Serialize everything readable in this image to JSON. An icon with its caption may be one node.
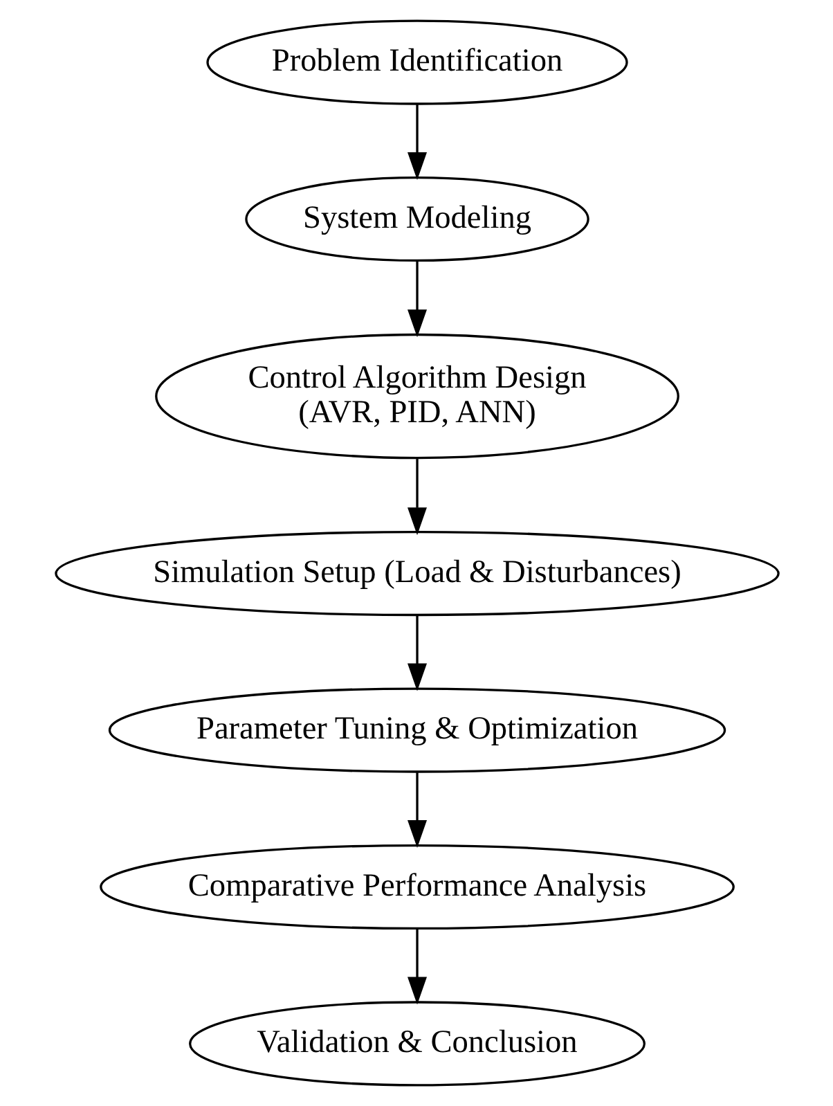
{
  "diagram": {
    "nodes": [
      {
        "text": [
          "Problem Identification"
        ]
      },
      {
        "text": [
          "System Modeling"
        ]
      },
      {
        "text": [
          "Control Algorithm Design (AVR, PID, ANN)"
        ]
      },
      {
        "text": [
          "Simulation Setup (Load & Disturbances)"
        ]
      },
      {
        "text": [
          "Parameter Tuning & Optimization"
        ]
      },
      {
        "text": [
          "Comparative Performance Analysis"
        ]
      },
      {
        "text": [
          "Validation & Conclusion"
        ]
      }
    ],
    "edges": [
      {
        "from": 0,
        "to": 1,
        "arrow": "to"
      },
      {
        "from": 1,
        "to": 2,
        "arrow": "to"
      },
      {
        "from": 2,
        "to": 3,
        "arrow": "to"
      },
      {
        "from": 3,
        "to": 4,
        "arrow": "to"
      },
      {
        "from": 4,
        "to": 5,
        "arrow": "to"
      },
      {
        "from": 5,
        "to": 6,
        "arrow": "to"
      }
    ]
  }
}
